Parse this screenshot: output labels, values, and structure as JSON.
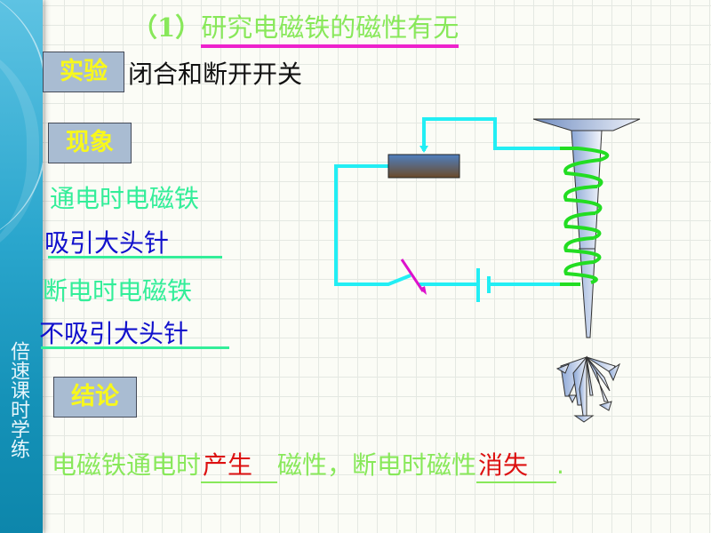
{
  "sidebar": {
    "title": "倍速课时学练"
  },
  "title": {
    "prefix": "（1）",
    "main": "研究电磁铁的磁性有无"
  },
  "experiment": {
    "label": "实验",
    "text": "闭合和断开开关"
  },
  "phenomenon": {
    "label": "现象",
    "line1": "通电时电磁铁",
    "answer1": "吸引大头针",
    "line2": "断电时电磁铁",
    "answer2": "不吸引大头针"
  },
  "conclusion": {
    "label": "结论",
    "part1": "电磁铁通电时",
    "blank1": "产生",
    "part2": "磁性，断电时磁性",
    "blank2": "消失",
    "end": "."
  },
  "diagram": {
    "components": [
      "rheostat",
      "switch",
      "battery",
      "electromagnet-coil",
      "iron-nail",
      "pins"
    ],
    "colors": {
      "wire": "#22eef4",
      "coil": "#22dd22",
      "switch_arrow": "#dd11cc",
      "title_underline": "#ee22cc"
    }
  }
}
